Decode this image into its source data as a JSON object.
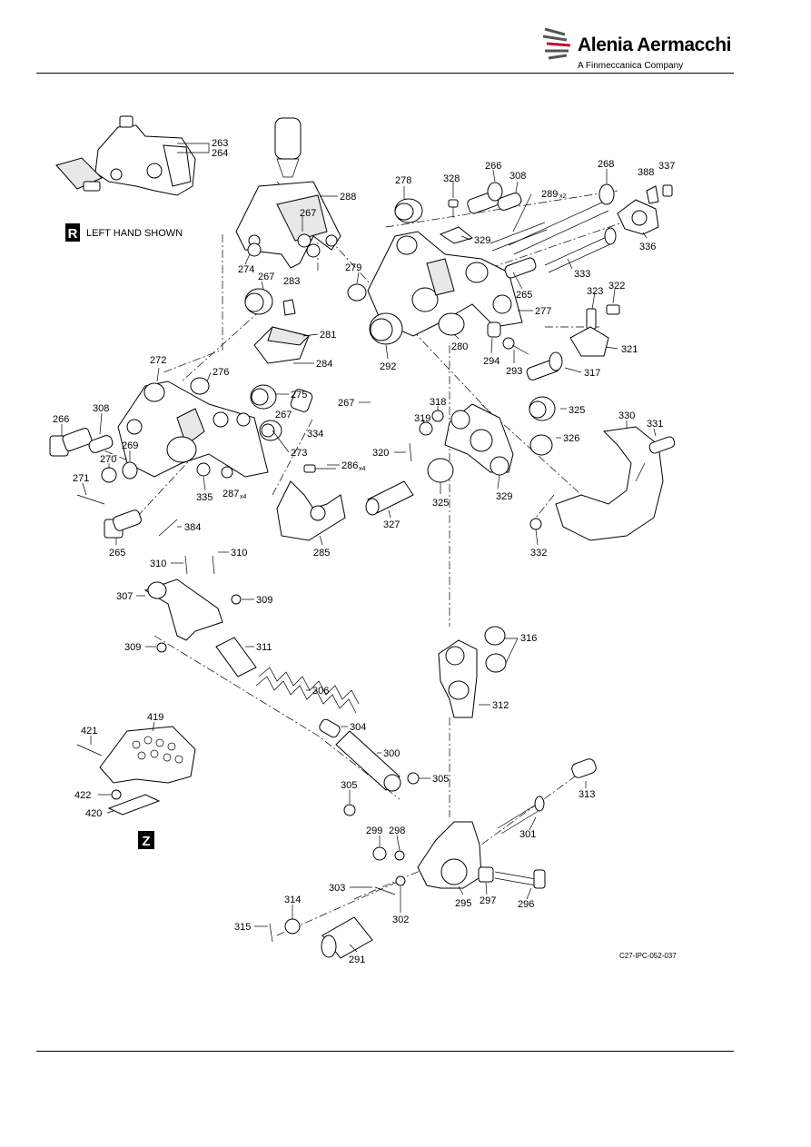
{
  "header": {
    "brand": "Alenia Aermacchi",
    "tagline": "A Finmeccanica Company",
    "logo_icon": "alenia-swoosh-logo"
  },
  "notes": {
    "left_hand_badge": "R",
    "left_hand_text": "LEFT HAND SHOWN",
    "view_badge": "Z"
  },
  "drawing_code": "C27-IPC-052-037",
  "labels": {
    "p263": "263",
    "p264": "264",
    "p288": "288",
    "p267a": "267",
    "p274": "274",
    "p267b": "267",
    "p283": "283",
    "p281": "281",
    "p284": "284",
    "p272": "272",
    "p276": "276",
    "p275": "275",
    "p267c": "267",
    "p334": "334",
    "p273": "273",
    "p266a": "266",
    "p308a": "308",
    "p269": "269",
    "p270": "270",
    "p271": "271",
    "p335": "335",
    "p287": "287",
    "p287q": "x4",
    "p265a": "265",
    "p384": "384",
    "p278": "278",
    "p328": "328",
    "p266b": "266",
    "p308b": "308",
    "p268": "268",
    "p388": "388",
    "p337": "337",
    "p289": "289",
    "p289q": "x2",
    "p329a": "329",
    "p279": "279",
    "p265b": "265",
    "p333": "333",
    "p336": "336",
    "p277": "277",
    "p323": "323",
    "p322": "322",
    "p292": "292",
    "p280": "280",
    "p294": "294",
    "p293": "293",
    "p321": "321",
    "p317": "317",
    "p267d": "267",
    "p318": "318",
    "p319": "319",
    "p325a": "325",
    "p330": "330",
    "p331": "331",
    "p326": "326",
    "p320": "320",
    "p286": "286",
    "p286q": "x4",
    "p329b": "329",
    "p325b": "325",
    "p327": "327",
    "p285": "285",
    "p332": "332",
    "p310a": "310",
    "p310b": "310",
    "p307": "307",
    "p309a": "309",
    "p309b": "309",
    "p311": "311",
    "p306": "306",
    "p304": "304",
    "p300": "300",
    "p305a": "305",
    "p305b": "305",
    "p316": "316",
    "p312": "312",
    "p313": "313",
    "p301": "301",
    "p299": "299",
    "p298": "298",
    "p303": "303",
    "p302": "302",
    "p295": "295",
    "p297": "297",
    "p296": "296",
    "p314": "314",
    "p315": "315",
    "p291": "291",
    "p419": "419",
    "p421": "421",
    "p422": "422",
    "p420": "420"
  },
  "colors": {
    "accent_logo": "#c8102e",
    "ink": "#000000",
    "paper": "#ffffff"
  }
}
